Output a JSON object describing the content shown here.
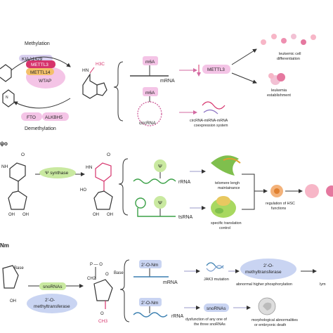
{
  "section1": {
    "methylation": "Methylation",
    "demethylation": "Demethylation",
    "writers": [
      "KIAA1429",
      "METTL3",
      "METTL14",
      "WTAP"
    ],
    "erasers": [
      "FTO",
      "ALKBH5"
    ],
    "h3c": "H3C",
    "hn": "HN",
    "m6a": "m6A",
    "mrna": "mRNA",
    "circrna": "circRNA",
    "mettl3": "METTL3",
    "circ_system": [
      "circRNA-miRNA-mRNA",
      "coexpression system"
    ],
    "leukemic_diff": [
      "leukemic cell",
      "differentiation"
    ],
    "leukemia_est": [
      "leukemia",
      "establishment"
    ]
  },
  "section2": {
    "label": "ψo",
    "synthase": "Ψ synthase",
    "psi": "Ψ",
    "rrna": "rRNA",
    "tsrna": "tsRNA",
    "telomere": [
      "telomere lengh",
      "maintainance"
    ],
    "translation": [
      "specific translation",
      "control"
    ],
    "hsc": [
      "regulation of HSC",
      "functions"
    ],
    "nh": "NH",
    "o": "O",
    "hn": "HN",
    "ho": "HO",
    "oh": "OH"
  },
  "section3": {
    "label": "Nm",
    "base": "Base",
    "snornas": "snoRNAs",
    "methyltransferase": [
      "2'-O-",
      "methyltransferase"
    ],
    "p_o": "P — O",
    "ch2": "CH2",
    "o": "O",
    "ch3": "CH3",
    "nm": "2'-O-Nm",
    "mrna": "mRNA",
    "rrna": "rRNA",
    "jak3": "JAK3 mutation",
    "nm_methyl": [
      "2'-O-",
      "methyltransferase"
    ],
    "abnormal": "abnormal higher phosphorylation",
    "lym": "lym",
    "dysfunction": [
      "dysfunction of any one of",
      "the three snoRNAs"
    ],
    "snornas2": "snoRNAs",
    "morph": [
      "morphological abnormalities",
      "or embryonic death"
    ]
  }
}
